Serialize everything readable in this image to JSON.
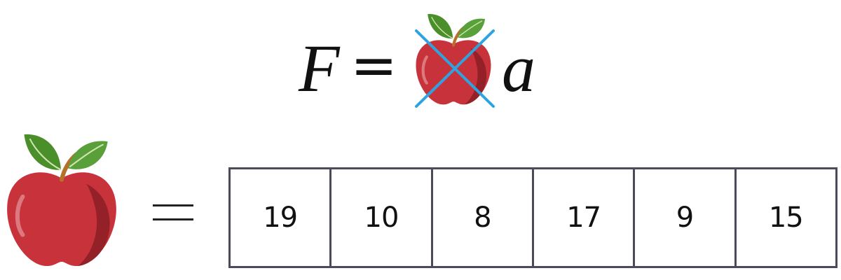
{
  "formula": {
    "left_symbol": "F",
    "equals": "=",
    "right_symbol": "a",
    "mass_icon": "apple-icon",
    "strike_color": "#2ea3e0"
  },
  "assignment": {
    "subject_icon": "apple-icon",
    "equals_icon": "equals-sign-icon"
  },
  "array": {
    "cells": [
      "19",
      "10",
      "8",
      "17",
      "9",
      "15"
    ],
    "border_color": "#4a4a5a"
  },
  "colors": {
    "apple_red": "#c8323a",
    "apple_dark": "#8a1f24",
    "leaf_green": "#4a8f2a",
    "stem": "#b5702a"
  }
}
